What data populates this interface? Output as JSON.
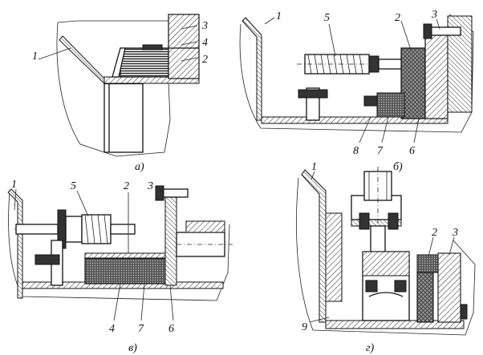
{
  "panels": [
    {
      "id": "a",
      "caption": "а)",
      "callouts": [
        "1",
        "3",
        "4",
        "2"
      ]
    },
    {
      "id": "b",
      "caption": "б)",
      "callouts": [
        "1",
        "5",
        "2",
        "3",
        "8",
        "7",
        "6"
      ]
    },
    {
      "id": "v",
      "caption": "в)",
      "callouts": [
        "1",
        "5",
        "2",
        "3",
        "4",
        "7",
        "6"
      ]
    },
    {
      "id": "g",
      "caption": "г)",
      "callouts": [
        "1",
        "2",
        "3",
        "9"
      ]
    }
  ]
}
